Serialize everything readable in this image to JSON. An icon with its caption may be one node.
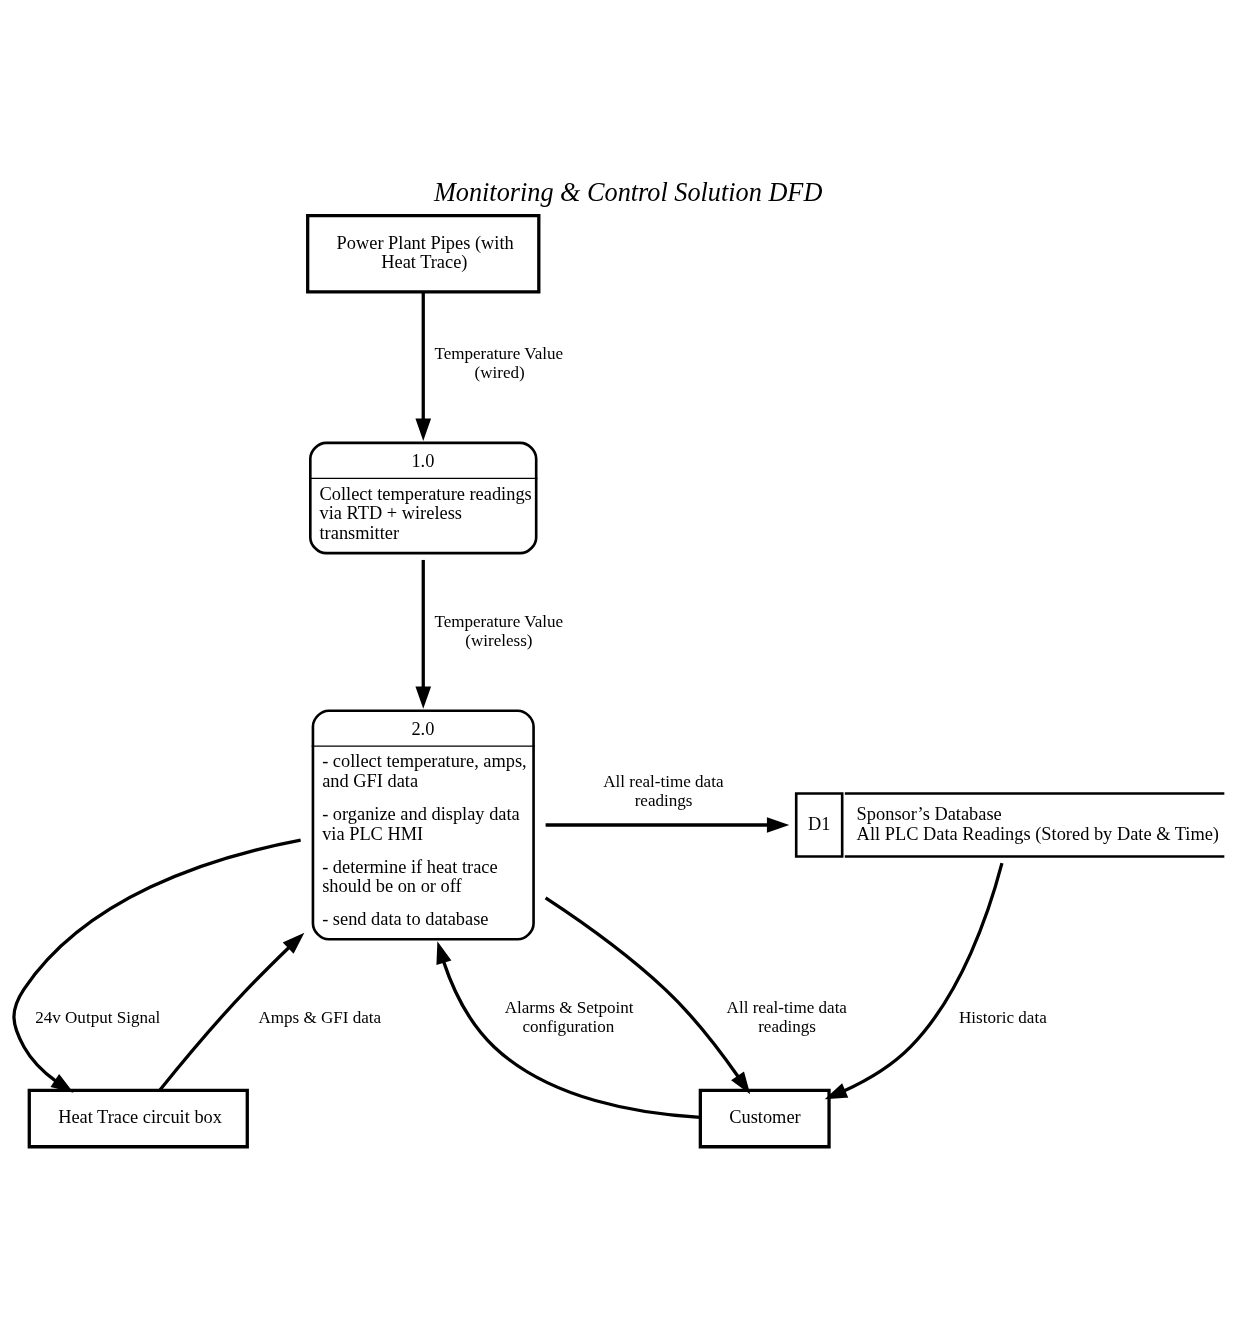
{
  "diagram": {
    "title": "Monitoring & Control Solution DFD",
    "nodes": [
      {
        "text": [
          "Power Plant Pipes (with Heat Trace)"
        ]
      },
      {
        "text": [
          "1.0",
          "Collect temperature readings via RTD + wireless transmitter"
        ]
      },
      {
        "text": [
          "2.0",
          "- collect temperature, amps, and GFI data",
          "- organize and display data via PLC HMI",
          "- determine if heat trace should be on or off",
          "- send data to database"
        ]
      },
      {
        "text": [
          "Customer"
        ]
      },
      {
        "text": [
          "D1",
          "Sponsor’s Database",
          "All PLC Data Readings (Stored by Date & Time)"
        ]
      },
      {
        "text": [
          "Heat Trace circuit box"
        ]
      }
    ],
    "edges": [
      {
        "from": 0,
        "to": 1,
        "arrow": "to",
        "label": "Temperature Value (wired)"
      },
      {
        "from": 1,
        "to": 2,
        "arrow": "to",
        "label": "Temperature Value (wireless)"
      },
      {
        "from": 3,
        "to": 2,
        "arrow": "to",
        "label": "Alarms & Setpoint configuration"
      },
      {
        "from": 2,
        "to": 3,
        "arrow": "to",
        "label": "All real-time data readings"
      },
      {
        "from": 2,
        "to": 4,
        "arrow": "to",
        "label": "All real-time data readings"
      },
      {
        "from": 4,
        "to": 3,
        "arrow": "to",
        "label": "Historic data"
      },
      {
        "from": 5,
        "to": 2,
        "arrow": "to",
        "label": "Amps & GFI data"
      },
      {
        "from": 2,
        "to": 5,
        "arrow": "to",
        "label": "24v Output Signal"
      }
    ]
  }
}
